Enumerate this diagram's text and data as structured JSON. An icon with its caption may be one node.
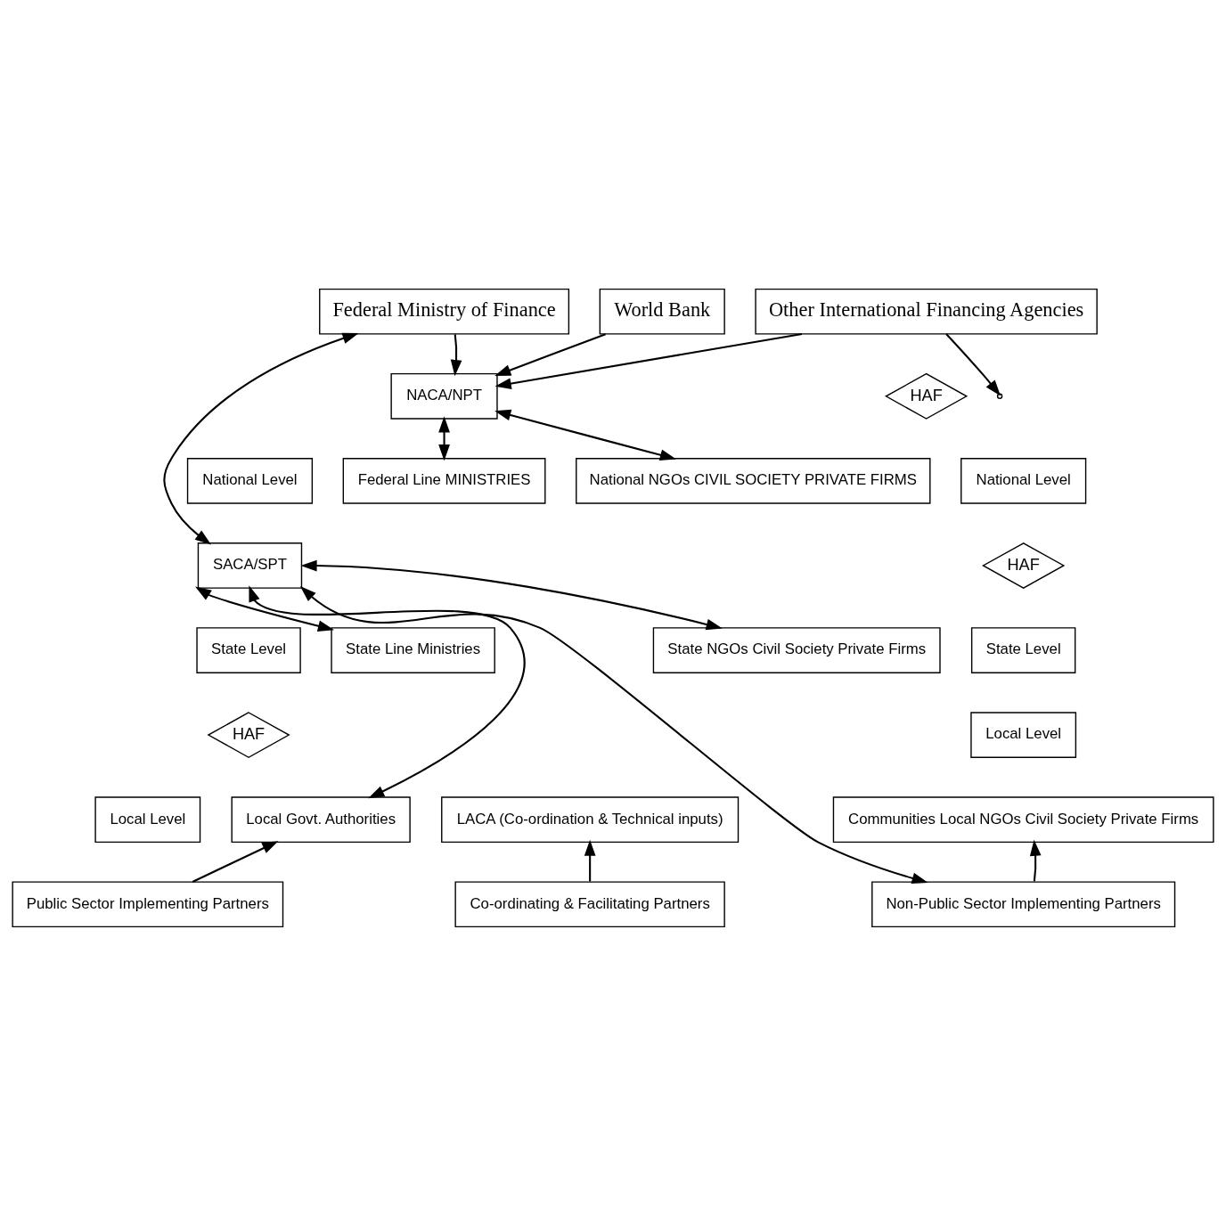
{
  "diagram": {
    "nodes": [
      {
        "text": [
          "Federal Ministry of Finance"
        ]
      },
      {
        "text": [
          "World Bank"
        ]
      },
      {
        "text": [
          "Other International Financing Agencies"
        ]
      },
      {
        "text": [
          "NACA/NPT"
        ]
      },
      {
        "text": [
          "HAF"
        ]
      },
      {
        "text": [
          "National Level"
        ]
      },
      {
        "text": [
          "Federal Line MINISTRIES"
        ]
      },
      {
        "text": [
          "National NGOs CIVIL SOCIETY PRIVATE FIRMS"
        ]
      },
      {
        "text": [
          "National Level"
        ]
      },
      {
        "text": [
          "SACA/SPT"
        ]
      },
      {
        "text": [
          "HAF"
        ]
      },
      {
        "text": [
          "State Level"
        ]
      },
      {
        "text": [
          "State Line Ministries"
        ]
      },
      {
        "text": [
          "State NGOs Civil Society Private Firms"
        ]
      },
      {
        "text": [
          "State Level"
        ]
      },
      {
        "text": [
          "HAF"
        ]
      },
      {
        "text": [
          "Local Level"
        ]
      },
      {
        "text": [
          "Local Level"
        ]
      },
      {
        "text": [
          "Local Govt. Authorities"
        ]
      },
      {
        "text": [
          "LACA (Co-ordination & Technical inputs)"
        ]
      },
      {
        "text": [
          "Communities Local NGOs Civil Society Private Firms"
        ]
      },
      {
        "text": [
          "Public Sector Implementing Partners"
        ]
      },
      {
        "text": [
          "Co-ordinating & Facilitating Partners"
        ]
      },
      {
        "text": [
          "Non-Public Sector Implementing Partners"
        ]
      }
    ],
    "edges": [
      {
        "from": 0,
        "to": 3,
        "arrow": "to"
      },
      {
        "from": 0,
        "to": 9,
        "arrow": "both"
      },
      {
        "from": 1,
        "to": 3,
        "arrow": "to"
      },
      {
        "from": 2,
        "to": 3,
        "arrow": "to"
      },
      {
        "from": 2,
        "to": null,
        "arrow": "to"
      },
      {
        "from": 3,
        "to": 6,
        "arrow": "both"
      },
      {
        "from": 3,
        "to": 7,
        "arrow": "both"
      },
      {
        "from": 9,
        "to": 12,
        "arrow": "both"
      },
      {
        "from": 9,
        "to": 13,
        "arrow": "both"
      },
      {
        "from": 9,
        "to": 18,
        "arrow": "both"
      },
      {
        "from": 9,
        "to": 23,
        "arrow": "both"
      },
      {
        "from": 21,
        "to": 18,
        "arrow": "to"
      },
      {
        "from": 22,
        "to": 19,
        "arrow": "to"
      },
      {
        "from": 23,
        "to": 20,
        "arrow": "to"
      }
    ]
  }
}
